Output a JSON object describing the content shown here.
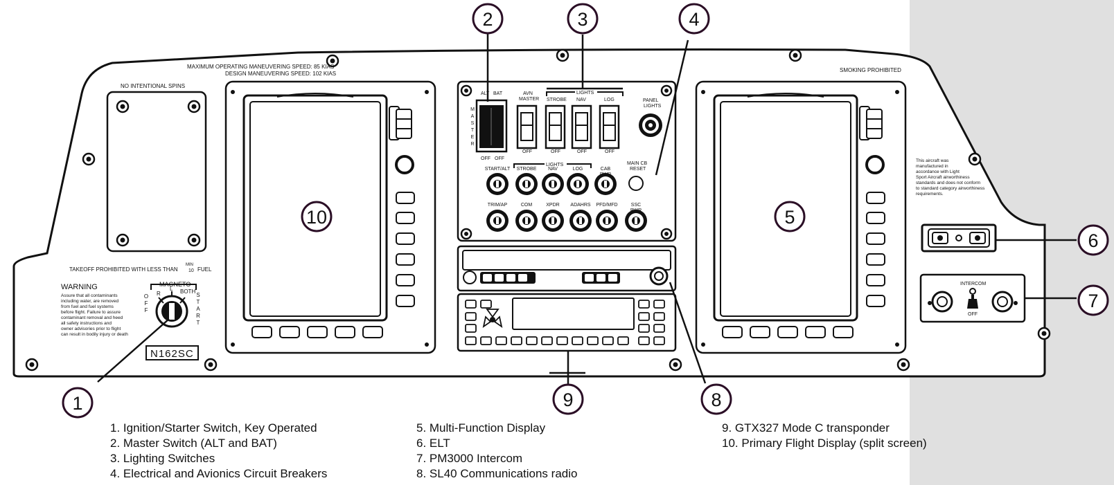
{
  "placards": {
    "max_operating_maneuvering_speed": "MAXIMUM OPERATING MANEUVERING SPEED:  85 KIAS",
    "design_maneuvering_speed": "DESIGN MANEUVERING SPEED: 102 KIAS",
    "no_spins": "NO INTENTIONAL SPINS",
    "smoking": "SMOKING PROHIBITED",
    "takeoff": "TAKEOFF PROHIBITED WITH LESS THAN",
    "fuel": "FUEL",
    "fuel_min": "MIN",
    "fuel_min_value": "10",
    "warning_title": "WARNING",
    "warning_lines": [
      "Assure that all contaminants",
      "including water, are removed",
      "from fuel and fuel systems",
      "before flight.  Failure to assure",
      "contaminant removal and heed",
      "all safety instructions and",
      "owner advisories prior to flight",
      "can result in bodily injury or death"
    ],
    "lsa_lines": [
      "This aircraft was",
      "manufactured in",
      "accordance with Light",
      "Sport Aircraft airworthiness",
      "standards and does not conform",
      "to standard category airworthiness",
      "requirements."
    ],
    "registration": "N162SC"
  },
  "magneto": {
    "title": "MAGNETO",
    "r": "R",
    "l": "L",
    "both": "BOTH",
    "off": "OFF",
    "start": "START"
  },
  "switch_panel": {
    "master": {
      "alt": "ALT",
      "bat": "BAT",
      "label": "MASTER",
      "off_left": "OFF",
      "off_right": "OFF"
    },
    "avn_master": {
      "line1": "AVN",
      "line2": "MASTER",
      "off": "OFF"
    },
    "lights_title": "LIGHTS",
    "strobe": {
      "label": "STROBE",
      "off": "OFF"
    },
    "nav": {
      "label": "NAV",
      "off": "OFF"
    },
    "log": {
      "label": "LOG",
      "off": "OFF"
    },
    "panel_lights": {
      "line1": "PANEL",
      "line2": "LIGHTS"
    },
    "main_cb_reset": {
      "line1": "MAIN CB",
      "line2": "RESET"
    },
    "breakers_row1": [
      {
        "label": "START/ALT",
        "label2": ""
      },
      {
        "label": "STROBE",
        "label2": ""
      },
      {
        "label": "NAV",
        "label2": ""
      },
      {
        "label": "LOG",
        "label2": ""
      },
      {
        "label": "CAB",
        "label2": "PWR"
      }
    ],
    "breakers_row1_group": "LIGHTS",
    "breakers_row2": [
      {
        "label": "TRIM/AP",
        "label2": ""
      },
      {
        "label": "COM",
        "label2": ""
      },
      {
        "label": "XPDR",
        "label2": ""
      },
      {
        "label": "ADAHRS",
        "label2": ""
      },
      {
        "label": "PFD/MFD",
        "label2": ""
      },
      {
        "label": "SSC",
        "label2": "PWR"
      }
    ]
  },
  "intercom": {
    "title": "INTERCOM",
    "off": "OFF"
  },
  "callouts": [
    "1",
    "2",
    "3",
    "4",
    "5",
    "6",
    "7",
    "8",
    "9",
    "10"
  ],
  "legend": [
    "1. Ignition/Starter Switch, Key Operated",
    "2. Master Switch (ALT and BAT)",
    "3. Lighting Switches",
    "4. Electrical and Avionics Circuit Breakers",
    "5. Multi-Function Display",
    "6. ELT",
    "7. PM3000 Intercom",
    "8. SL40 Communications radio",
    "9. GTX327 Mode C transponder",
    "10. Primary Flight Display (split screen)"
  ],
  "colors": {
    "callout_outline": "#2b0f26",
    "ink": "#111111",
    "side_band": "#e0e0e0"
  }
}
